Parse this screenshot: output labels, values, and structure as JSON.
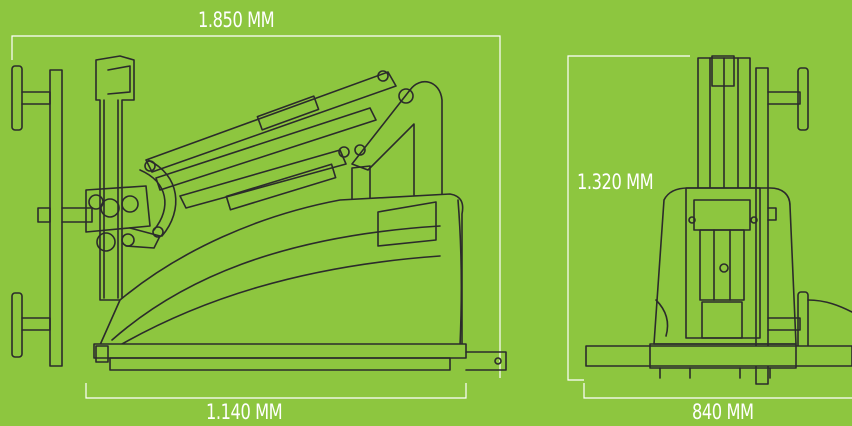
{
  "dimensions": {
    "overall_width": "1.850 MM",
    "base_length": "1.140 MM",
    "height": "1.320 MM",
    "depth": "840 MM"
  },
  "colors": {
    "background": "#8dc63f",
    "line": "#2b2b2b",
    "dimension": "#ffffff"
  }
}
